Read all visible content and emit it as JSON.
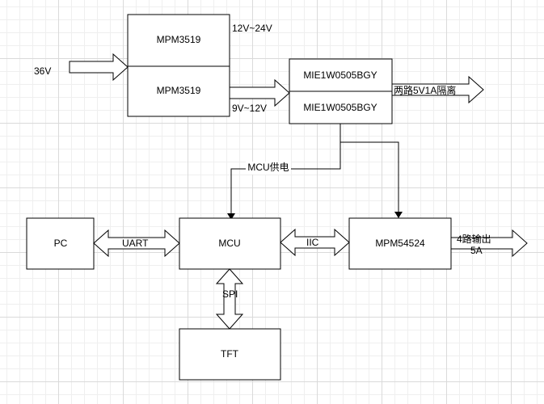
{
  "blocks": {
    "mpm3519_top": "MPM3519",
    "mpm3519_bottom": "MPM3519",
    "mie_top": "MIE1W0505BGY",
    "mie_bottom": "MIE1W0505BGY",
    "pc": "PC",
    "mcu": "MCU",
    "mpm54524": "MPM54524",
    "tft": "TFT"
  },
  "labels": {
    "input_voltage": "36V",
    "rail_12_24": "12V~24V",
    "rail_9_12": "9V~12V",
    "isolated_out": "两路5V1A隔离",
    "mcu_supply": "MCU供电",
    "uart": "UART",
    "iic": "IIC",
    "spi": "SPI",
    "out_line1": "4路输出",
    "out_line2": "5A"
  }
}
